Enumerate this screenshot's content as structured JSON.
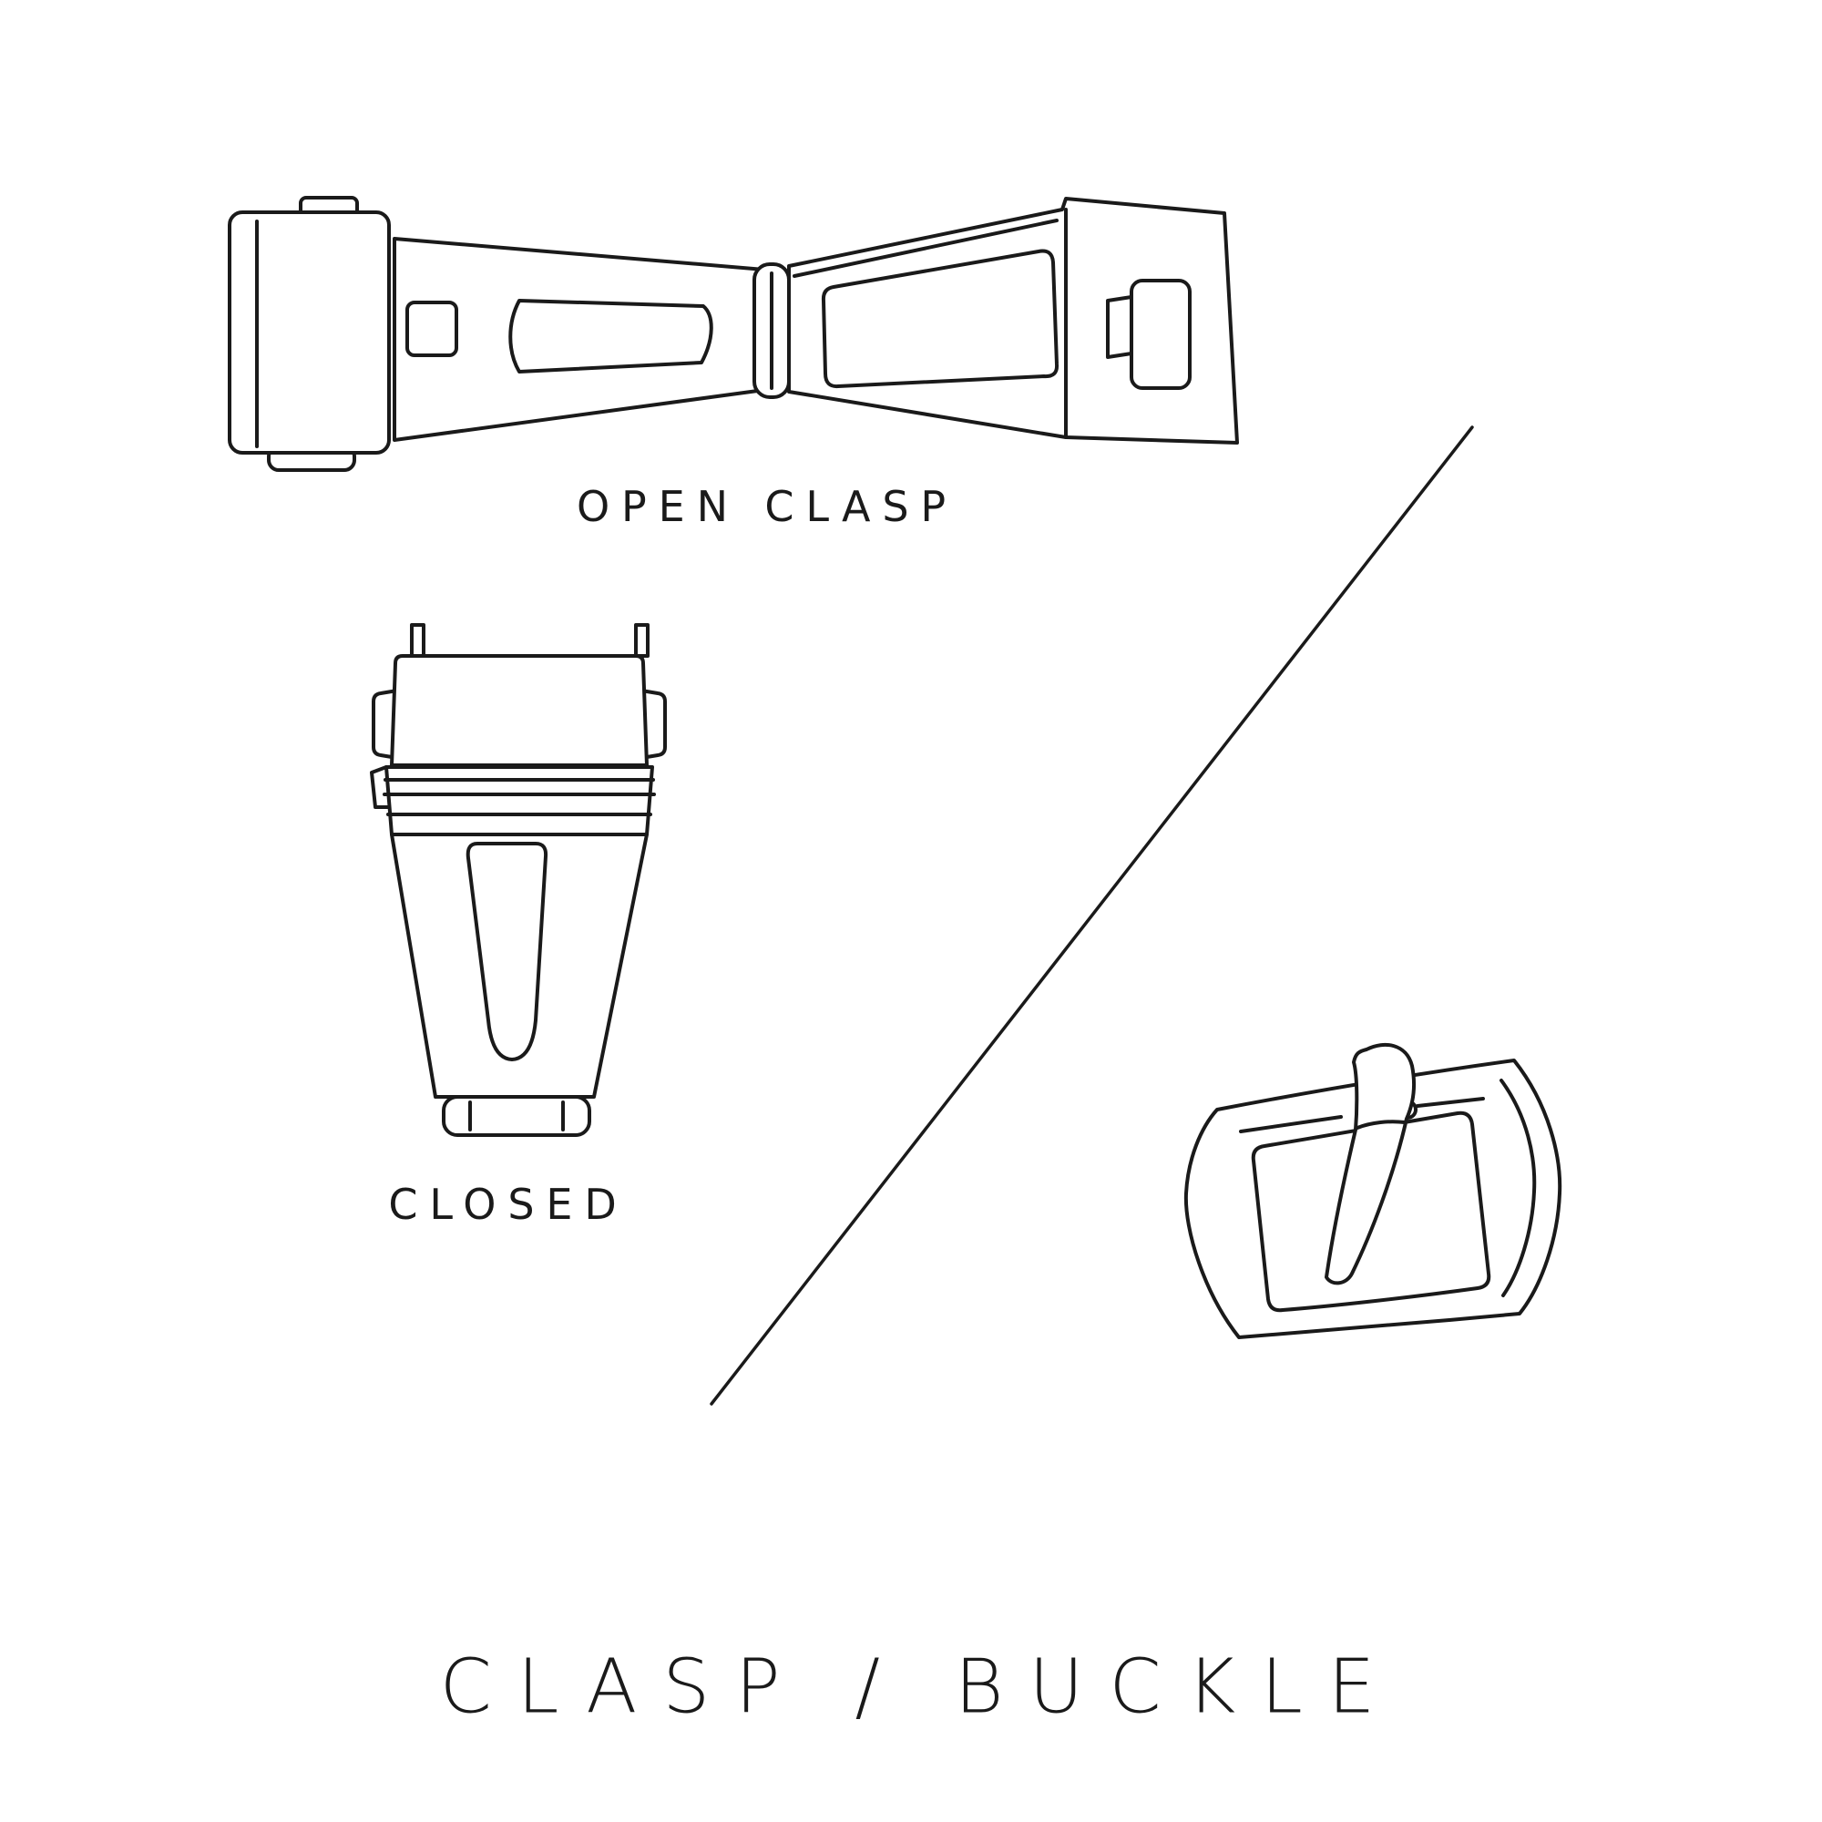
{
  "title": "CLASP / BUCKLE",
  "colors": {
    "background": "#ffffff",
    "line": "#1a1a1a"
  },
  "figures": {
    "open_clasp": {
      "label": "OPEN CLASP",
      "icon": "open-clasp-illustration"
    },
    "closed_clasp": {
      "label": "CLOSED",
      "icon": "closed-clasp-illustration"
    },
    "buckle": {
      "icon": "tang-buckle-illustration"
    },
    "divider": {
      "icon": "diagonal-divider-line"
    }
  }
}
